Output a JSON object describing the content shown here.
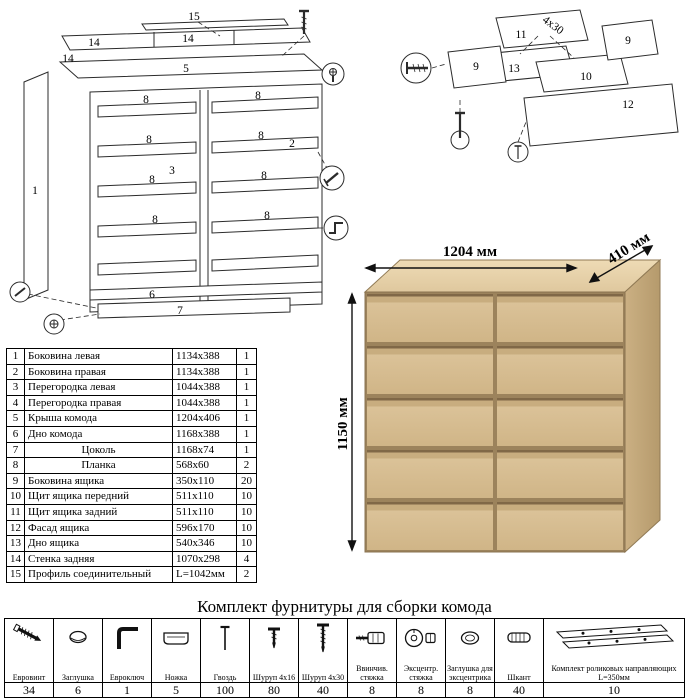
{
  "dims": {
    "width": "1204 мм",
    "depth": "410 мм",
    "height": "1150 мм"
  },
  "cabinet_labels": {
    "p15": "15",
    "p14a": "14",
    "p14b": "14",
    "p14c": "14",
    "p5": "5",
    "p1": "1",
    "p2": "2",
    "p3": "3",
    "p6": "6",
    "p7": "7",
    "p8a": "8",
    "p8b": "8",
    "p8c": "8",
    "p8d": "8",
    "p8e": "8",
    "p8f": "8",
    "p8g": "8",
    "p8h": "8"
  },
  "drawer_labels": {
    "p9a": "9",
    "p9b": "9",
    "p10": "10",
    "p11": "11",
    "p12": "12",
    "p13": "13",
    "screw_size": "4x30"
  },
  "parts_table": {
    "rows": [
      {
        "num": "1",
        "name": "Боковина левая",
        "size": "1134x388",
        "qty": "1"
      },
      {
        "num": "2",
        "name": "Боковина правая",
        "size": "1134x388",
        "qty": "1"
      },
      {
        "num": "3",
        "name": "Перегородка левая",
        "size": "1044x388",
        "qty": "1"
      },
      {
        "num": "4",
        "name": "Перегородка правая",
        "size": "1044x388",
        "qty": "1"
      },
      {
        "num": "5",
        "name": "Крыша комода",
        "size": "1204x406",
        "qty": "1"
      },
      {
        "num": "6",
        "name": "Дно комода",
        "size": "1168x388",
        "qty": "1"
      },
      {
        "num": "7",
        "name": "Цоколь",
        "size": "1168x74",
        "qty": "1"
      },
      {
        "num": "8",
        "name": "Планка",
        "size": "568x60",
        "qty": "2"
      },
      {
        "num": "9",
        "name": "Боковина ящика",
        "size": "350x110",
        "qty": "20"
      },
      {
        "num": "10",
        "name": "Щит ящика передний",
        "size": "511x110",
        "qty": "10"
      },
      {
        "num": "11",
        "name": "Щит ящика задний",
        "size": "511x110",
        "qty": "10"
      },
      {
        "num": "12",
        "name": "Фасад ящика",
        "size": "596x170",
        "qty": "10"
      },
      {
        "num": "13",
        "name": "Дно ящика",
        "size": "540x346",
        "qty": "10"
      },
      {
        "num": "14",
        "name": "Стенка задняя",
        "size": "1070x298",
        "qty": "4"
      },
      {
        "num": "15",
        "name": "Профиль соединительный",
        "size": "L=1042мм",
        "qty": "2"
      }
    ]
  },
  "hardware": {
    "title": "Комплект фурнитуры для сборки комода",
    "items": [
      {
        "name": "Евровинт",
        "qty": "34",
        "icon": "euroscrew-icon"
      },
      {
        "name": "Заглушка",
        "qty": "6",
        "icon": "plug-icon"
      },
      {
        "name": "Евроключ",
        "qty": "1",
        "icon": "hexkey-icon"
      },
      {
        "name": "Ножка",
        "qty": "5",
        "icon": "leg-icon"
      },
      {
        "name": "Гвоздь",
        "qty": "100",
        "icon": "nail-icon"
      },
      {
        "name": "Шуруп 4x16",
        "qty": "80",
        "icon": "screw-short-icon"
      },
      {
        "name": "Шуруп 4x30",
        "qty": "40",
        "icon": "screw-long-icon"
      },
      {
        "name": "Ввинчив. стяжка",
        "qty": "8",
        "icon": "bolt-sleeve-icon"
      },
      {
        "name": "Эксцентр. стяжка",
        "qty": "8",
        "icon": "cam-lock-icon"
      },
      {
        "name": "Заглушка для эксцентрика",
        "qty": "8",
        "icon": "cam-cap-icon"
      },
      {
        "name": "Шкант",
        "qty": "40",
        "icon": "dowel-icon"
      },
      {
        "name": "Комплект роликовых направляющих L=350мм",
        "qty": "10",
        "icon": "drawer-slide-icon"
      }
    ]
  },
  "colors": {
    "wood_front": "#d8bf94",
    "wood_top": "#e9d5ae",
    "wood_side": "#c3a878",
    "wood_gap": "#9c835c",
    "line": "#2b2b2b"
  }
}
